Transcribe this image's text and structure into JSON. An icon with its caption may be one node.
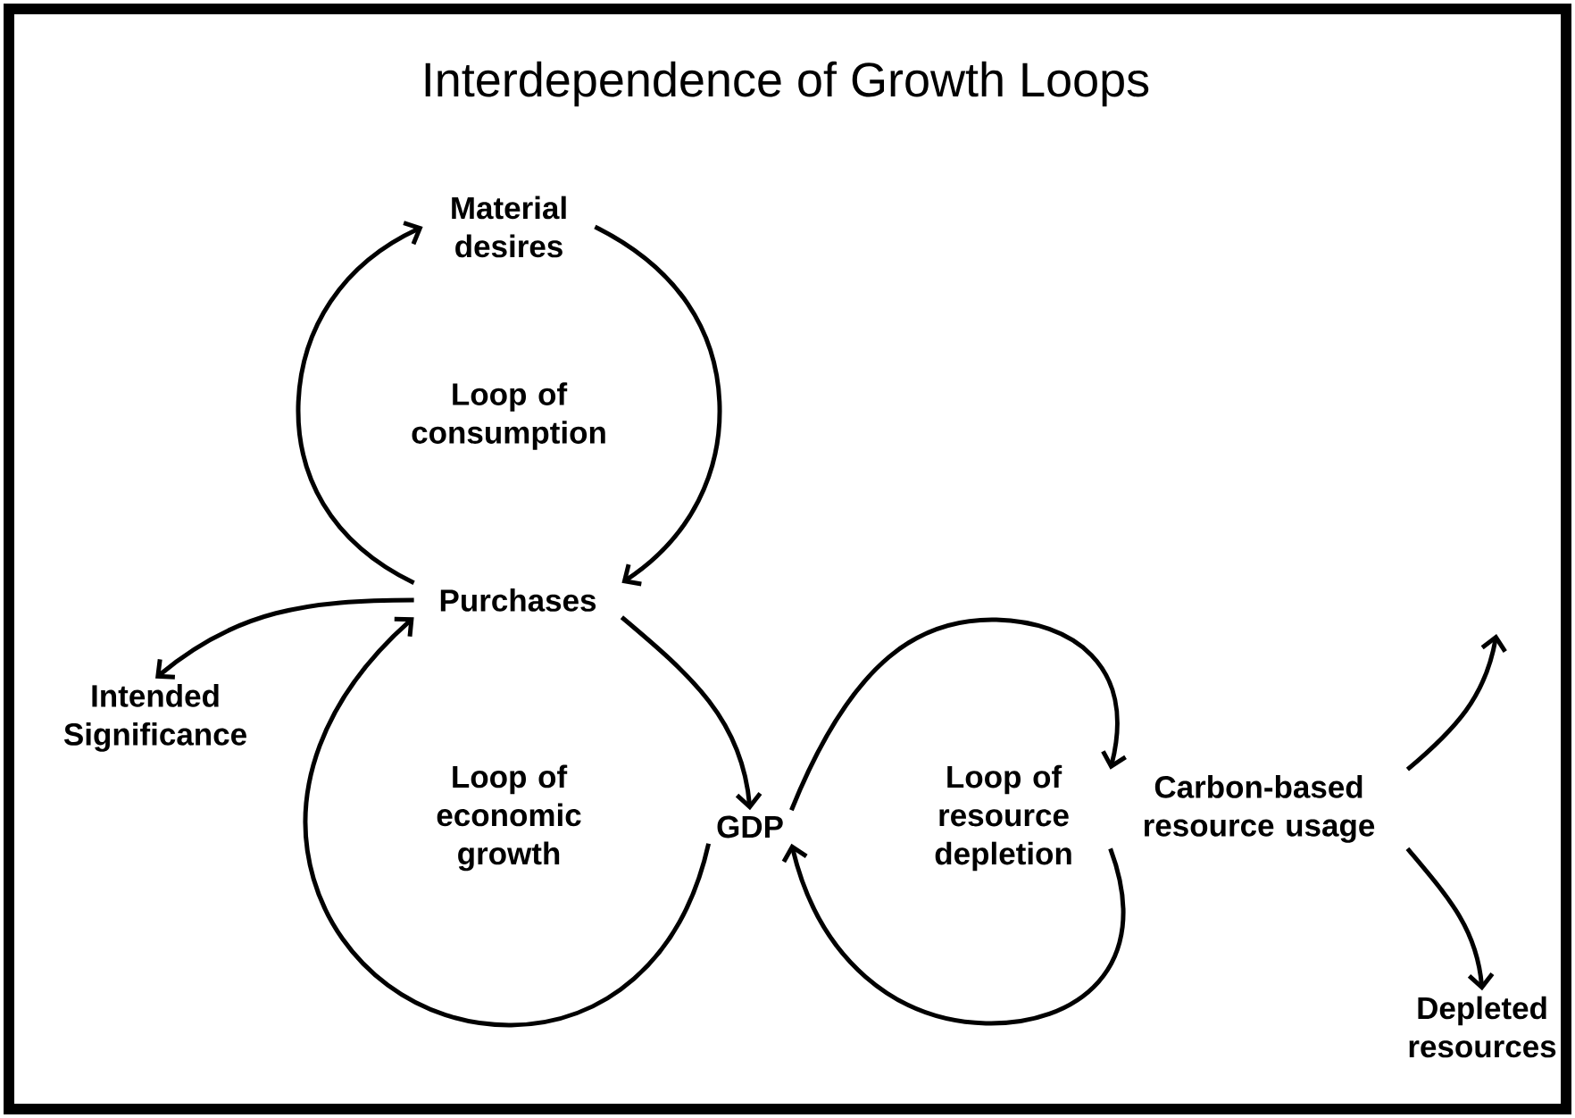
{
  "diagram": {
    "title": "Interdependence of Growth Loops",
    "nodes": [
      {
        "text": [
          "Material desires"
        ]
      },
      {
        "text": [
          "Purchases"
        ]
      },
      {
        "text": [
          "Intended Significance"
        ]
      },
      {
        "text": [
          "GDP"
        ]
      },
      {
        "text": [
          "Carbon-based resource usage"
        ]
      },
      {
        "text": [
          "Depleted resources"
        ]
      }
    ],
    "edges": [
      {
        "from": 1,
        "to": 0,
        "arrow": "to"
      },
      {
        "from": 0,
        "to": 1,
        "arrow": "to"
      },
      {
        "from": 1,
        "to": 2,
        "arrow": "to"
      },
      {
        "from": 1,
        "to": 3,
        "arrow": "to"
      },
      {
        "from": 3,
        "to": 1,
        "arrow": "to"
      },
      {
        "from": 3,
        "to": 4,
        "arrow": "to"
      },
      {
        "from": 4,
        "to": 3,
        "arrow": "to"
      },
      {
        "from": 4,
        "to": null,
        "arrow": "to"
      },
      {
        "from": 4,
        "to": 5,
        "arrow": "to"
      }
    ],
    "labels": [
      "Loop of consumption",
      "Loop of economic growth",
      "Loop of resource depletion"
    ]
  }
}
